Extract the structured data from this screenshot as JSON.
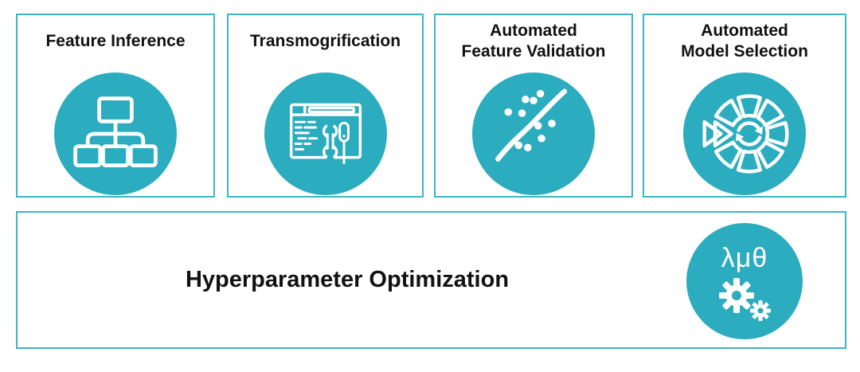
{
  "colors": {
    "teal": "#2bacbf",
    "panel-border": "#3fb4c6",
    "title": "#111111"
  },
  "panels": [
    {
      "line1": "Feature Inference",
      "line2": "",
      "icon": "hierarchy-icon"
    },
    {
      "line1": "Transmogrification",
      "line2": "",
      "icon": "code-window-tools-icon"
    },
    {
      "line1": "Automated",
      "line2": "Feature Validation",
      "icon": "scatter-trend-icon"
    },
    {
      "line1": "Automated",
      "line2": "Model Selection",
      "icon": "model-cycle-wheel-icon"
    }
  ],
  "bottom_panel": {
    "title": "Hyperparameter Optimization",
    "symbols": "λμθ",
    "icon": "gears-icon"
  }
}
